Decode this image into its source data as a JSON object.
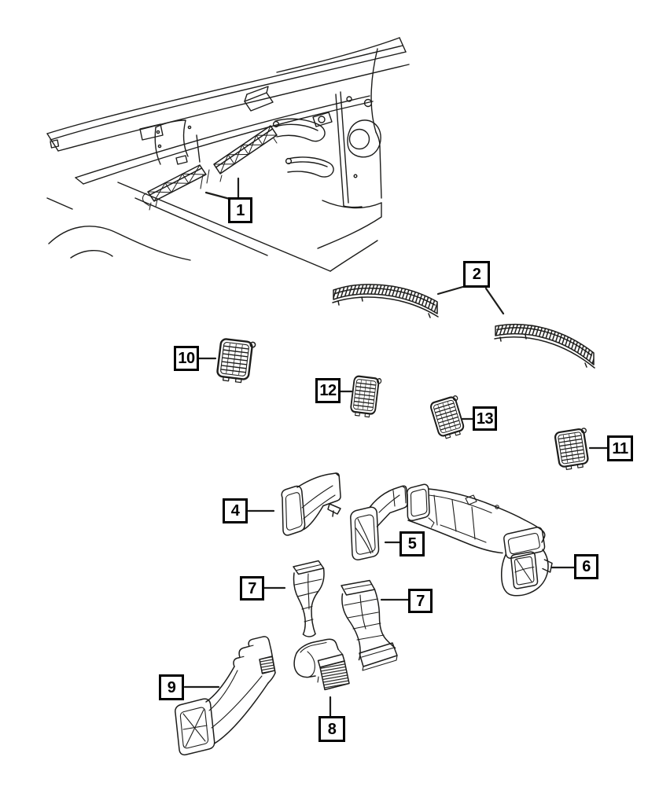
{
  "diagram": {
    "type": "auto-parts-illustration",
    "subject": "air-ducts-and-outlets",
    "background_color": "#ffffff",
    "line_color": "#1d1d1b",
    "callout_style": {
      "border_color": "#000000",
      "fill_color": "#ffffff",
      "text_color": "#000000"
    },
    "callouts": [
      {
        "label": "1",
        "part": "cowl-plenum-intake-grille"
      },
      {
        "label": "2",
        "part": "defroster-outlet-grille-strips"
      },
      {
        "label": "10",
        "part": "instrument-panel-outlet-vent-left-outer"
      },
      {
        "label": "12",
        "part": "instrument-panel-outlet-vent-left-center"
      },
      {
        "label": "13",
        "part": "instrument-panel-outlet-vent-right-center"
      },
      {
        "label": "11",
        "part": "instrument-panel-outlet-vent-right-outer"
      },
      {
        "label": "4",
        "part": "demister-duct-left"
      },
      {
        "label": "5",
        "part": "demister-duct-center"
      },
      {
        "label": "6",
        "part": "air-distribution-duct"
      },
      {
        "label": "7",
        "part": "center-duct-left"
      },
      {
        "label": "7",
        "part": "center-duct-right"
      },
      {
        "label": "9",
        "part": "floor-distribution-duct"
      },
      {
        "label": "8",
        "part": "floor-outlet-duct"
      }
    ]
  }
}
